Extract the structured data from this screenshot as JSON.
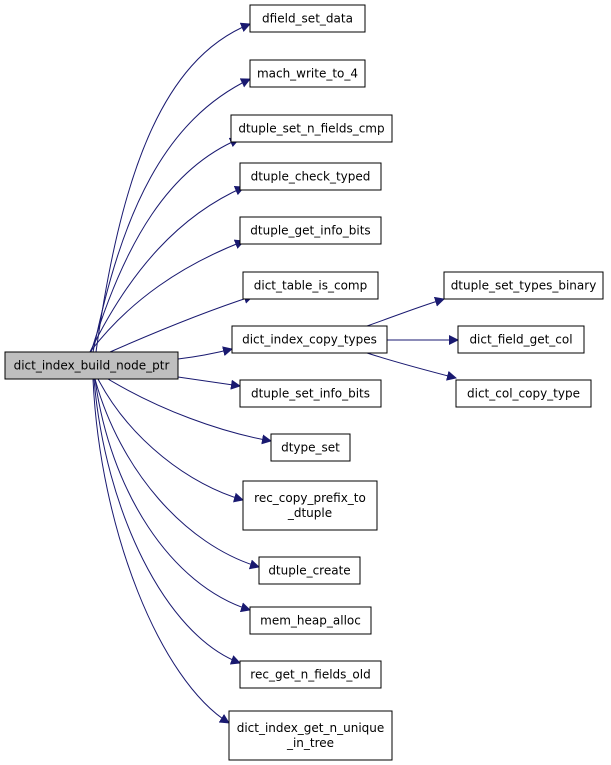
{
  "diagram": {
    "title": "",
    "edge_color": "#191970",
    "root_fill": "#bfbfbf",
    "nodes": [
      {
        "id": "n0",
        "lines": [
          "dict_index_build_node_ptr"
        ],
        "root": true
      },
      {
        "id": "n1",
        "lines": [
          "dfield_set_data"
        ]
      },
      {
        "id": "n2",
        "lines": [
          "mach_write_to_4"
        ]
      },
      {
        "id": "n3",
        "lines": [
          "dtuple_set_n_fields_cmp"
        ]
      },
      {
        "id": "n4",
        "lines": [
          "dtuple_check_typed"
        ]
      },
      {
        "id": "n5",
        "lines": [
          "dtuple_get_info_bits"
        ]
      },
      {
        "id": "n6",
        "lines": [
          "dict_table_is_comp"
        ]
      },
      {
        "id": "n7",
        "lines": [
          "dict_index_copy_types"
        ]
      },
      {
        "id": "n8",
        "lines": [
          "dtuple_set_info_bits"
        ]
      },
      {
        "id": "n9",
        "lines": [
          "dtype_set"
        ]
      },
      {
        "id": "n10",
        "lines": [
          "rec_copy_prefix_to",
          "_dtuple"
        ]
      },
      {
        "id": "n11",
        "lines": [
          "dtuple_create"
        ]
      },
      {
        "id": "n12",
        "lines": [
          "mem_heap_alloc"
        ]
      },
      {
        "id": "n13",
        "lines": [
          "rec_get_n_fields_old"
        ]
      },
      {
        "id": "n14",
        "lines": [
          "dict_index_get_n_unique",
          "_in_tree"
        ]
      },
      {
        "id": "n15",
        "lines": [
          "dtuple_set_types_binary"
        ]
      },
      {
        "id": "n16",
        "lines": [
          "dict_field_get_col"
        ]
      },
      {
        "id": "n17",
        "lines": [
          "dict_col_copy_type"
        ]
      }
    ],
    "edges": [
      [
        "n0",
        "n1"
      ],
      [
        "n0",
        "n2"
      ],
      [
        "n0",
        "n3"
      ],
      [
        "n0",
        "n4"
      ],
      [
        "n0",
        "n5"
      ],
      [
        "n0",
        "n6"
      ],
      [
        "n0",
        "n7"
      ],
      [
        "n0",
        "n8"
      ],
      [
        "n0",
        "n9"
      ],
      [
        "n0",
        "n10"
      ],
      [
        "n0",
        "n11"
      ],
      [
        "n0",
        "n12"
      ],
      [
        "n0",
        "n13"
      ],
      [
        "n0",
        "n14"
      ],
      [
        "n7",
        "n15"
      ],
      [
        "n7",
        "n16"
      ],
      [
        "n7",
        "n17"
      ]
    ]
  }
}
